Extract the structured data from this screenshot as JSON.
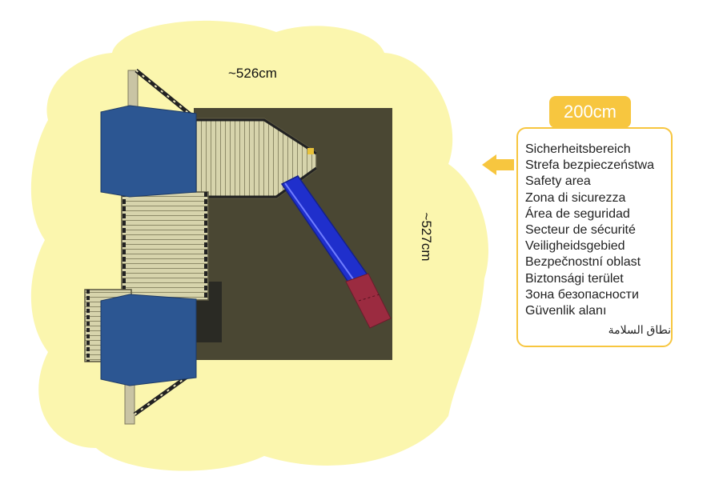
{
  "diagram": {
    "dimensions": {
      "width": "~526cm",
      "depth": "~527cm"
    },
    "legend": {
      "badge": "200cm",
      "items": [
        "Sicherheitsbereich",
        "Strefa bezpieczeństwa",
        "Safety area",
        "Zona di sicurezza",
        "Área de seguridad",
        "Secteur de sécurité",
        "Veiligheidsgebied",
        "Bezpečnostní oblast",
        "Biztonsági terület",
        "Зона безопасности",
        "Güvenlik alanı",
        "نطاق السلامة"
      ]
    },
    "colors": {
      "safety_zone": "#fbf6ae",
      "ground": "#4a4733",
      "roof": "#2c5692",
      "slide": "#1f2fcc",
      "slide_end": "#9b2b40",
      "deck": "#d7d4ac",
      "accent": "#f7c63f"
    }
  }
}
